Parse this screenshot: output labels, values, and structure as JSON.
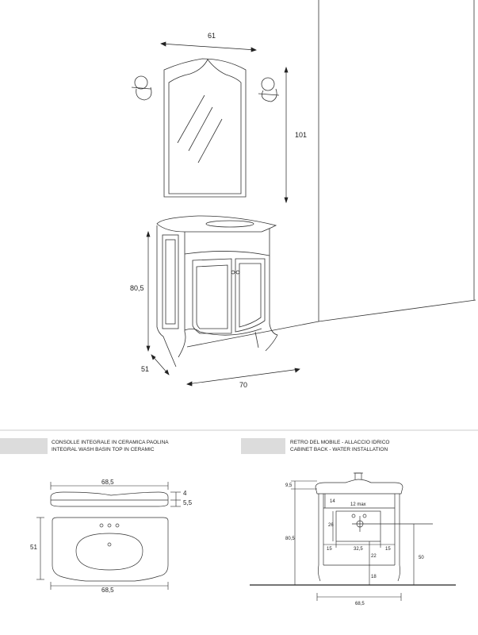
{
  "main_drawing": {
    "dims": {
      "mirror_width": "61",
      "mirror_height": "101",
      "cabinet_height": "80,5",
      "cabinet_depth": "51",
      "cabinet_width": "70"
    }
  },
  "section_top": {
    "title_it": "CONSOLLE INTEGRALE IN CERAMICA  PAOLINA",
    "title_en": "INTEGRAL WASH BASIN TOP IN CERAMIC",
    "dims": {
      "top_width": "68,5",
      "thickness_a": "4",
      "thickness_b": "5,5",
      "depth": "51",
      "bottom_width": "68,5"
    }
  },
  "section_back": {
    "title_it": "RETRO DEL MOBILE - ALLACCIO IDRICO",
    "title_en": "CABINET BACK - WATER INSTALLATION",
    "dims": {
      "top_height": "9,5",
      "inner_a": "14",
      "max_label": "12 max",
      "box_h": "26",
      "total_h": "80,5",
      "left": "15",
      "center": "32,5",
      "right": "15",
      "v22": "22",
      "v18": "18",
      "h50": "50",
      "width": "68,5"
    }
  }
}
